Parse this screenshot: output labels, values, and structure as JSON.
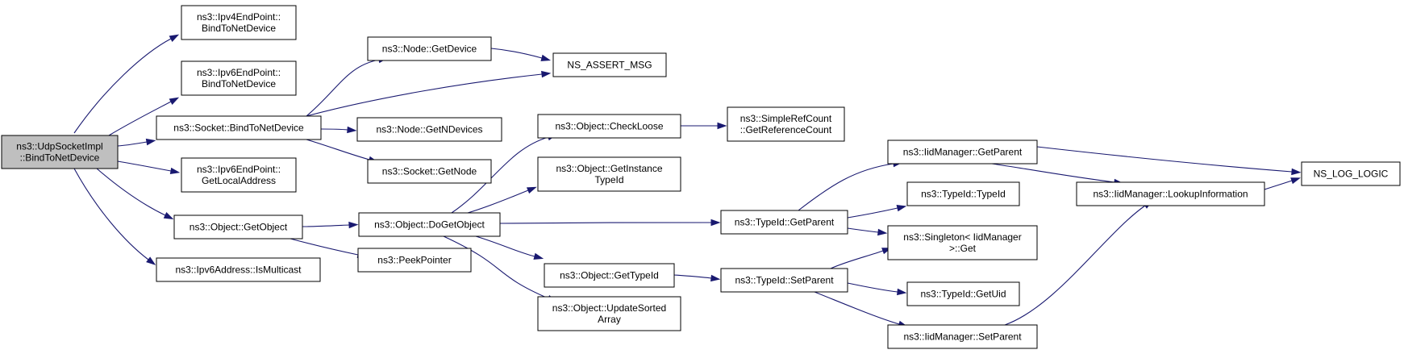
{
  "graph": {
    "colors": {
      "root_fill": "#bfbfbf",
      "node_fill": "#ffffff",
      "edge": "#191970"
    },
    "nodes": [
      {
        "id": "udp",
        "lines": [
          "ns3::UdpSocketImpl",
          "::BindToNetDevice"
        ],
        "root": true
      },
      {
        "id": "ipv4ep",
        "lines": [
          "ns3::Ipv4EndPoint::",
          "BindToNetDevice"
        ]
      },
      {
        "id": "ipv6ep",
        "lines": [
          "ns3::Ipv6EndPoint::",
          "BindToNetDevice"
        ]
      },
      {
        "id": "sockbind",
        "lines": [
          "ns3::Socket::BindToNetDevice"
        ]
      },
      {
        "id": "ipv6local",
        "lines": [
          "ns3::Ipv6EndPoint::",
          "GetLocalAddress"
        ]
      },
      {
        "id": "getobject",
        "lines": [
          "ns3::Object::GetObject"
        ]
      },
      {
        "id": "ismulticast",
        "lines": [
          "ns3::Ipv6Address::IsMulticast"
        ]
      },
      {
        "id": "nodegetdev",
        "lines": [
          "ns3::Node::GetDevice"
        ]
      },
      {
        "id": "assert",
        "lines": [
          "NS_ASSERT_MSG"
        ]
      },
      {
        "id": "getndev",
        "lines": [
          "ns3::Node::GetNDevices"
        ]
      },
      {
        "id": "sockgetnode",
        "lines": [
          "ns3::Socket::GetNode"
        ]
      },
      {
        "id": "dogetobject",
        "lines": [
          "ns3::Object::DoGetObject"
        ]
      },
      {
        "id": "peek",
        "lines": [
          "ns3::PeekPointer"
        ]
      },
      {
        "id": "checkloose",
        "lines": [
          "ns3::Object::CheckLoose"
        ]
      },
      {
        "id": "getinst",
        "lines": [
          "ns3::Object::GetInstance",
          "TypeId"
        ]
      },
      {
        "id": "objgettid",
        "lines": [
          "ns3::Object::GetTypeId"
        ]
      },
      {
        "id": "updsorted",
        "lines": [
          "ns3::Object::UpdateSorted",
          "Array"
        ]
      },
      {
        "id": "refcount",
        "lines": [
          "ns3::SimpleRefCount",
          "::GetReferenceCount"
        ]
      },
      {
        "id": "tidgetparent",
        "lines": [
          "ns3::TypeId::GetParent"
        ]
      },
      {
        "id": "tidsetparent",
        "lines": [
          "ns3::TypeId::SetParent"
        ]
      },
      {
        "id": "iidgetparent",
        "lines": [
          "ns3::IidManager::GetParent"
        ]
      },
      {
        "id": "tidtid",
        "lines": [
          "ns3::TypeId::TypeId"
        ]
      },
      {
        "id": "singleton",
        "lines": [
          "ns3::Singleton< IidManager",
          ">::Get"
        ]
      },
      {
        "id": "tidgetuid",
        "lines": [
          "ns3::TypeId::GetUid"
        ]
      },
      {
        "id": "iidsetparent",
        "lines": [
          "ns3::IidManager::SetParent"
        ]
      },
      {
        "id": "lookup",
        "lines": [
          "ns3::IidManager::LookupInformation"
        ]
      },
      {
        "id": "nslog",
        "lines": [
          "NS_LOG_LOGIC"
        ]
      }
    ],
    "edges": [
      [
        "udp",
        "ipv4ep"
      ],
      [
        "udp",
        "ipv6ep"
      ],
      [
        "udp",
        "sockbind"
      ],
      [
        "udp",
        "ipv6local"
      ],
      [
        "udp",
        "getobject"
      ],
      [
        "udp",
        "ismulticast"
      ],
      [
        "sockbind",
        "nodegetdev"
      ],
      [
        "sockbind",
        "assert"
      ],
      [
        "sockbind",
        "getndev"
      ],
      [
        "sockbind",
        "sockgetnode"
      ],
      [
        "nodegetdev",
        "assert"
      ],
      [
        "getobject",
        "dogetobject"
      ],
      [
        "getobject",
        "peek"
      ],
      [
        "dogetobject",
        "checkloose"
      ],
      [
        "dogetobject",
        "getinst"
      ],
      [
        "dogetobject",
        "tidgetparent"
      ],
      [
        "dogetobject",
        "objgettid"
      ],
      [
        "dogetobject",
        "updsorted"
      ],
      [
        "checkloose",
        "refcount"
      ],
      [
        "objgettid",
        "tidsetparent"
      ],
      [
        "tidgetparent",
        "iidgetparent"
      ],
      [
        "tidgetparent",
        "tidtid"
      ],
      [
        "tidgetparent",
        "singleton"
      ],
      [
        "tidsetparent",
        "singleton"
      ],
      [
        "tidsetparent",
        "tidgetuid"
      ],
      [
        "tidsetparent",
        "iidsetparent"
      ],
      [
        "iidgetparent",
        "lookup"
      ],
      [
        "iidgetparent",
        "nslog"
      ],
      [
        "lookup",
        "nslog"
      ],
      [
        "iidsetparent",
        "lookup"
      ]
    ]
  }
}
